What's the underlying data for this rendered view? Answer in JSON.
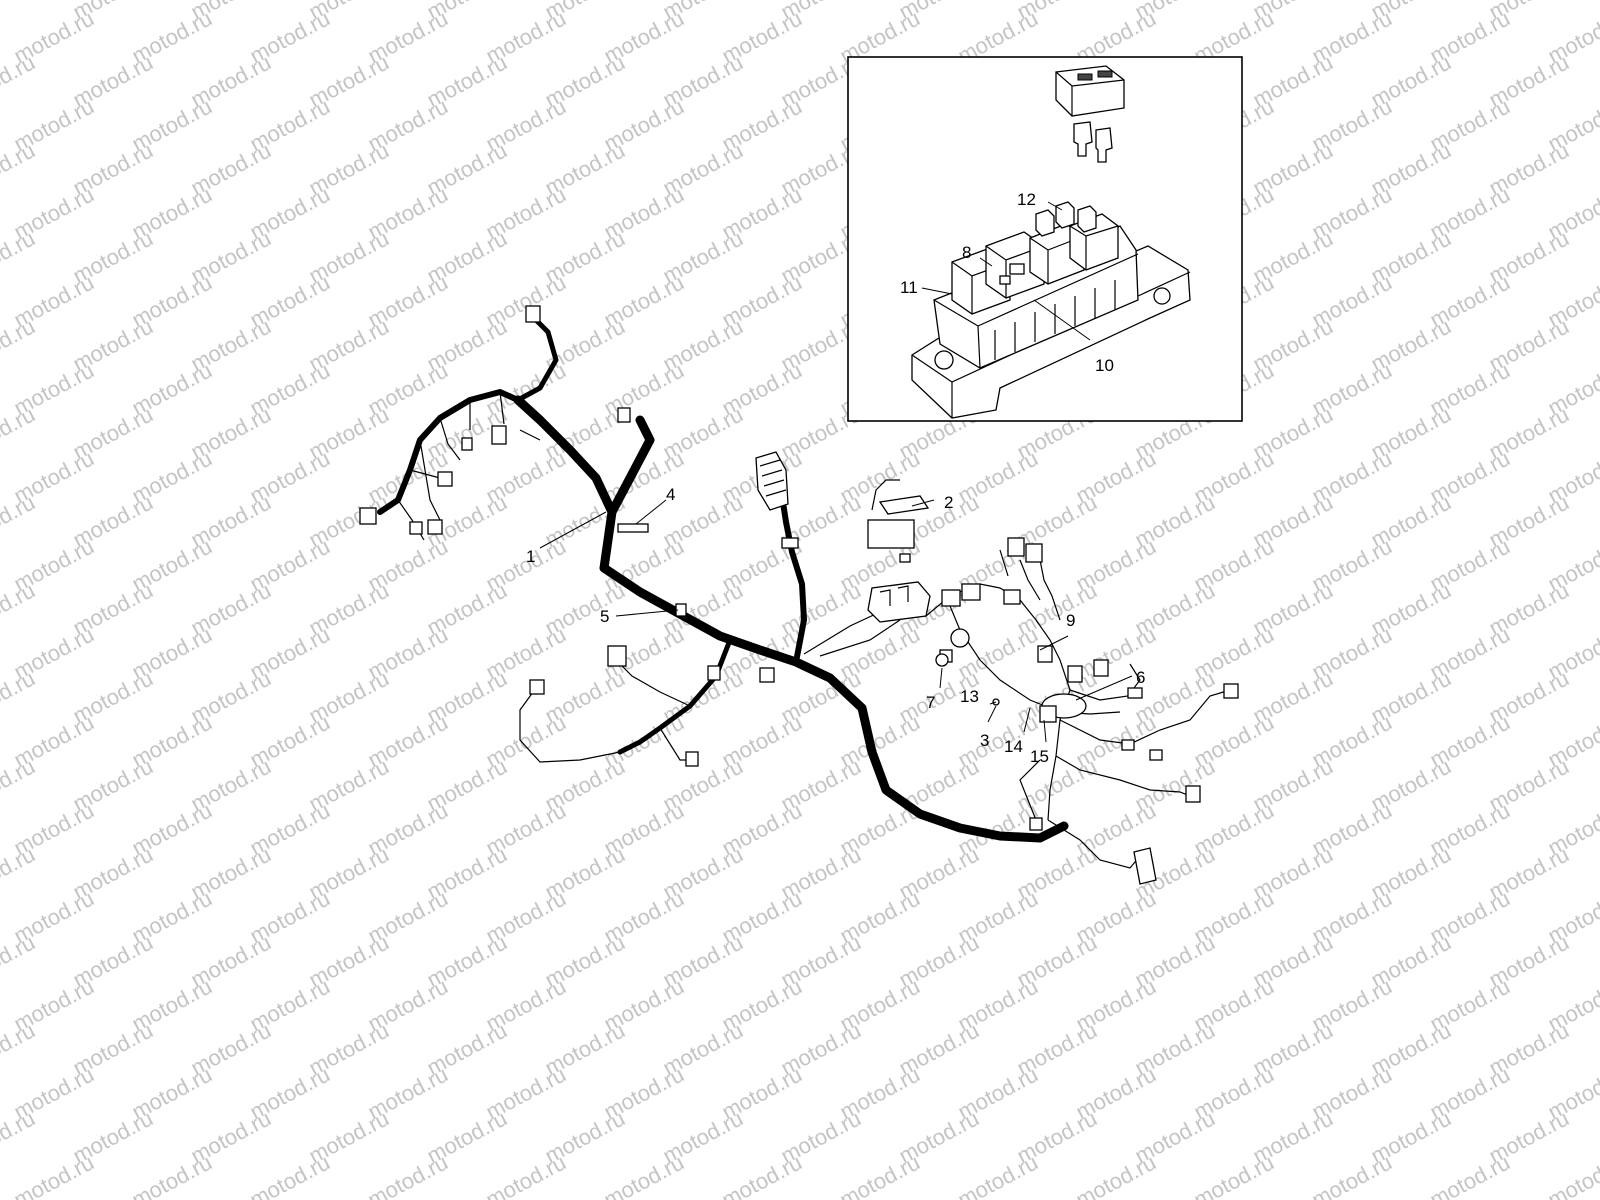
{
  "watermark": {
    "text": "motod.ru",
    "color": "#c4c4c4"
  },
  "callouts": [
    "1",
    "2",
    "3",
    "4",
    "5",
    "6",
    "7",
    "8",
    "9",
    "10",
    "11",
    "12",
    "13",
    "14",
    "15"
  ],
  "icons": {
    "fuse_box": "relay-fuse-box-icon",
    "harness": "wiring-harness-icon"
  }
}
